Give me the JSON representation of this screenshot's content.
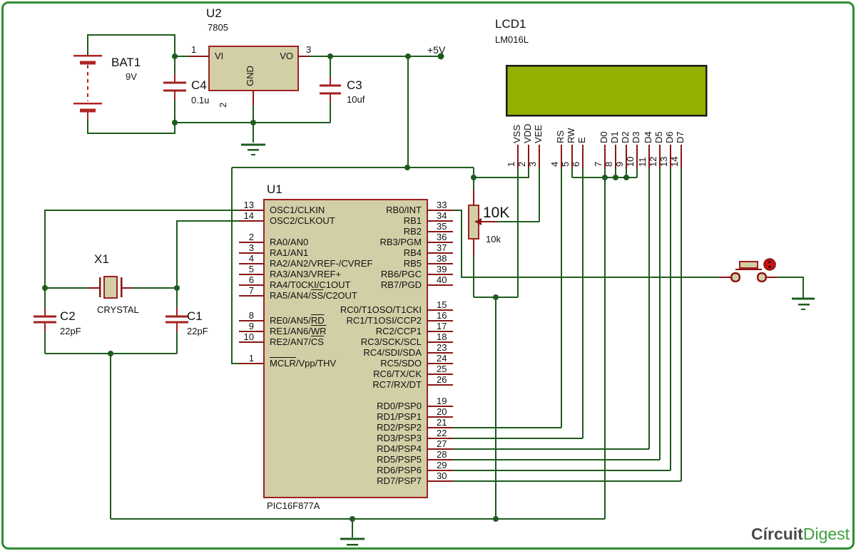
{
  "power": {
    "plus5v": "+5V"
  },
  "battery": {
    "ref": "BAT1",
    "value": "9V"
  },
  "regulator": {
    "ref": "U2",
    "value": "7805",
    "pin_vi": "VI",
    "pin_vo": "VO",
    "pin_gnd": "GND",
    "num_vi": "1",
    "num_vo": "3",
    "num_gnd": "2"
  },
  "cap_c4": {
    "ref": "C4",
    "value": "0.1u"
  },
  "cap_c3": {
    "ref": "C3",
    "value": "10uf"
  },
  "cap_c2": {
    "ref": "C2",
    "value": "22pF"
  },
  "cap_c1": {
    "ref": "C1",
    "value": "22pF"
  },
  "crystal": {
    "ref": "X1",
    "value": "CRYSTAL"
  },
  "pot": {
    "ref": "10K",
    "value": "10k"
  },
  "mcu": {
    "ref": "U1",
    "value": "PIC16F877A",
    "left_pins": [
      {
        "num": "13",
        "name": "OSC1/CLKIN"
      },
      {
        "num": "14",
        "name": "OSC2/CLKOUT"
      },
      {
        "num": "2",
        "name": "RA0/AN0"
      },
      {
        "num": "3",
        "name": "RA1/AN1"
      },
      {
        "num": "4",
        "name": "RA2/AN2/VREF-/CVREF"
      },
      {
        "num": "5",
        "name": "RA3/AN3/VREF+"
      },
      {
        "num": "6",
        "name": "RA4/T0CKI/C1OUT"
      },
      {
        "num": "7",
        "name": "RA5/AN4/|SS|/C2OUT"
      },
      {
        "num": "8",
        "name": "RE0/AN5/|RD|"
      },
      {
        "num": "9",
        "name": "RE1/AN6/|WR|"
      },
      {
        "num": "10",
        "name": "RE2/AN7/|CS|"
      },
      {
        "num": "1",
        "name": "|MCLR|/Vpp/THV"
      }
    ],
    "right_pins": [
      {
        "num": "33",
        "name": "RB0/INT"
      },
      {
        "num": "34",
        "name": "RB1"
      },
      {
        "num": "35",
        "name": "RB2"
      },
      {
        "num": "36",
        "name": "RB3/PGM"
      },
      {
        "num": "37",
        "name": "RB4"
      },
      {
        "num": "38",
        "name": "RB5"
      },
      {
        "num": "39",
        "name": "RB6/PGC"
      },
      {
        "num": "40",
        "name": "RB7/PGD"
      },
      {
        "num": "15",
        "name": "RC0/T1OSO/T1CKI"
      },
      {
        "num": "16",
        "name": "RC1/T1OSI/CCP2"
      },
      {
        "num": "17",
        "name": "RC2/CCP1"
      },
      {
        "num": "18",
        "name": "RC3/SCK/SCL"
      },
      {
        "num": "23",
        "name": "RC4/SDI/SDA"
      },
      {
        "num": "24",
        "name": "RC5/SDO"
      },
      {
        "num": "25",
        "name": "RC6/TX/CK"
      },
      {
        "num": "26",
        "name": "RC7/RX/DT"
      },
      {
        "num": "19",
        "name": "RD0/PSP0"
      },
      {
        "num": "20",
        "name": "RD1/PSP1"
      },
      {
        "num": "21",
        "name": "RD2/PSP2"
      },
      {
        "num": "22",
        "name": "RD3/PSP3"
      },
      {
        "num": "27",
        "name": "RD4/PSP4"
      },
      {
        "num": "28",
        "name": "RD5/PSP5"
      },
      {
        "num": "29",
        "name": "RD6/PSP6"
      },
      {
        "num": "30",
        "name": "RD7/PSP7"
      }
    ]
  },
  "lcd": {
    "ref": "LCD1",
    "value": "LM016L",
    "pins": [
      {
        "num": "1",
        "name": "VSS"
      },
      {
        "num": "2",
        "name": "VDD"
      },
      {
        "num": "3",
        "name": "VEE"
      },
      {
        "num": "4",
        "name": "RS"
      },
      {
        "num": "5",
        "name": "RW"
      },
      {
        "num": "6",
        "name": "E"
      },
      {
        "num": "7",
        "name": "D0"
      },
      {
        "num": "8",
        "name": "D1"
      },
      {
        "num": "9",
        "name": "D2"
      },
      {
        "num": "10",
        "name": "D3"
      },
      {
        "num": "11",
        "name": "D4"
      },
      {
        "num": "12",
        "name": "D5"
      },
      {
        "num": "13",
        "name": "D6"
      },
      {
        "num": "14",
        "name": "D7"
      }
    ]
  },
  "branding": {
    "circuit": "Círcuit",
    "digest": "Digest"
  },
  "colors": {
    "wire_green": "#1d5c1d",
    "component_outline": "#a02020",
    "pin_red": "#8c1414",
    "body_fill": "#d2cfa6",
    "lcd_green": "#91b002",
    "battery_red": "#ae2424",
    "frame_green": "#2e8f2e",
    "logo_gray": "#4a4a4a",
    "logo_green": "#3fa03f"
  }
}
